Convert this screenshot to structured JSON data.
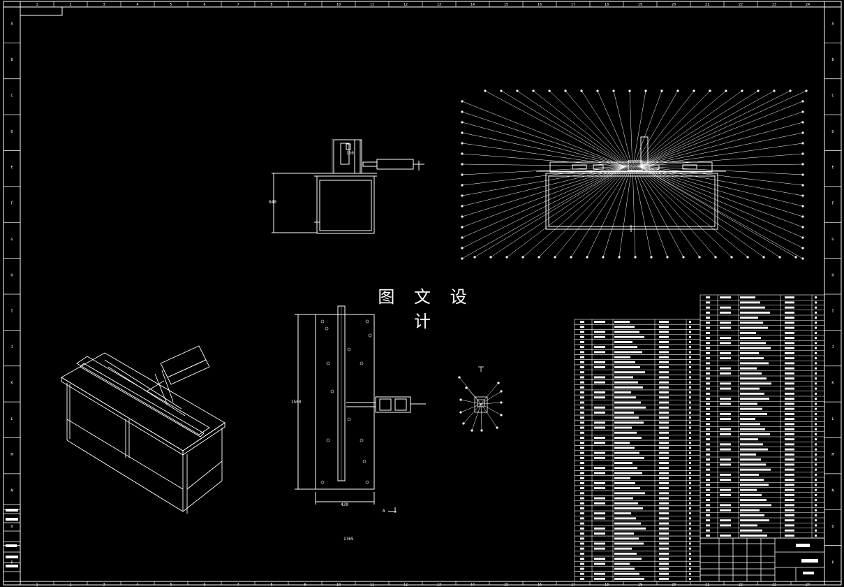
{
  "drawing": {
    "watermark": "图 文 设 计",
    "view_labels": {
      "section_mark": "A",
      "side_dim_height": "640",
      "side_dim_top": "150",
      "plan_dim_length": "1500",
      "plan_dim_width": "420",
      "plan_dim_bottom": "1765"
    }
  },
  "border": {
    "columns": [
      "1",
      "2",
      "3",
      "4",
      "5",
      "6",
      "7",
      "8",
      "9",
      "10",
      "11",
      "12",
      "13",
      "14",
      "15",
      "16",
      "17",
      "18",
      "19",
      "20",
      "21",
      "22",
      "23",
      "24"
    ],
    "rows": [
      "A",
      "B",
      "C",
      "D",
      "E",
      "F",
      "G",
      "H",
      "I",
      "J",
      "K",
      "L",
      "M",
      "N",
      "O",
      "P"
    ]
  },
  "colors": {
    "background": "#000000",
    "line": "#ffffff"
  }
}
